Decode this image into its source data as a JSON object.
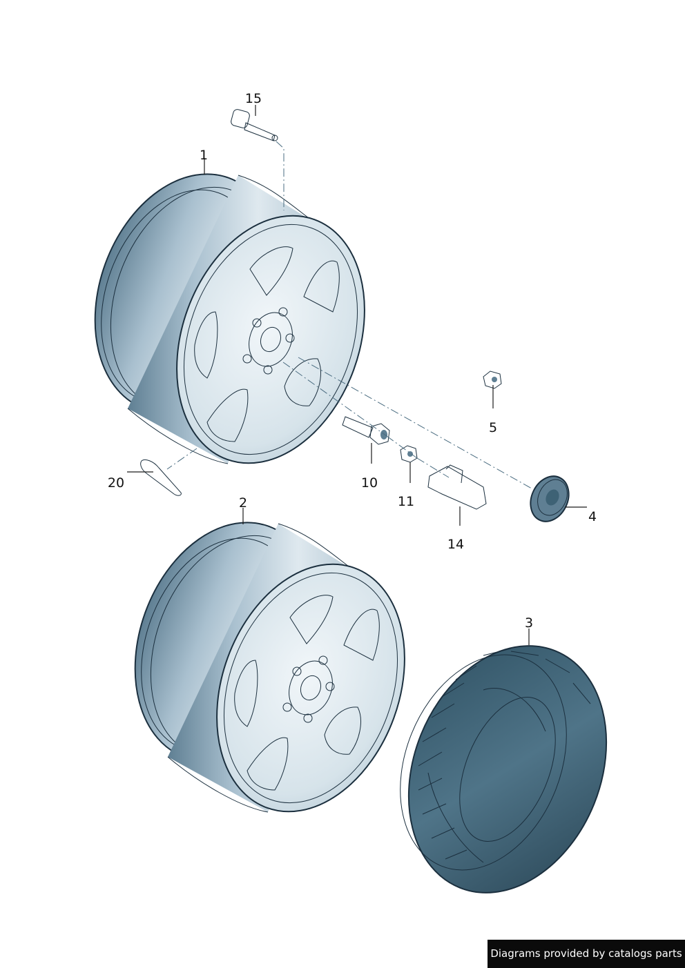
{
  "callouts": {
    "c1": "1",
    "c2": "2",
    "c3": "3",
    "c4": "4",
    "c5": "5",
    "c10": "10",
    "c11": "11",
    "c14": "14",
    "c15": "15",
    "c20": "20"
  },
  "credit": "Diagrams provided by catalogs parts",
  "colors": {
    "rim_light": "#dfe9ef",
    "rim_mid": "#a9c0cf",
    "rim_dark": "#5f7f93",
    "tyre_dark": "#2f5163",
    "tyre_mid": "#4f7488",
    "outline": "#1b2f3e",
    "credit_bg": "#0b0b0b"
  }
}
